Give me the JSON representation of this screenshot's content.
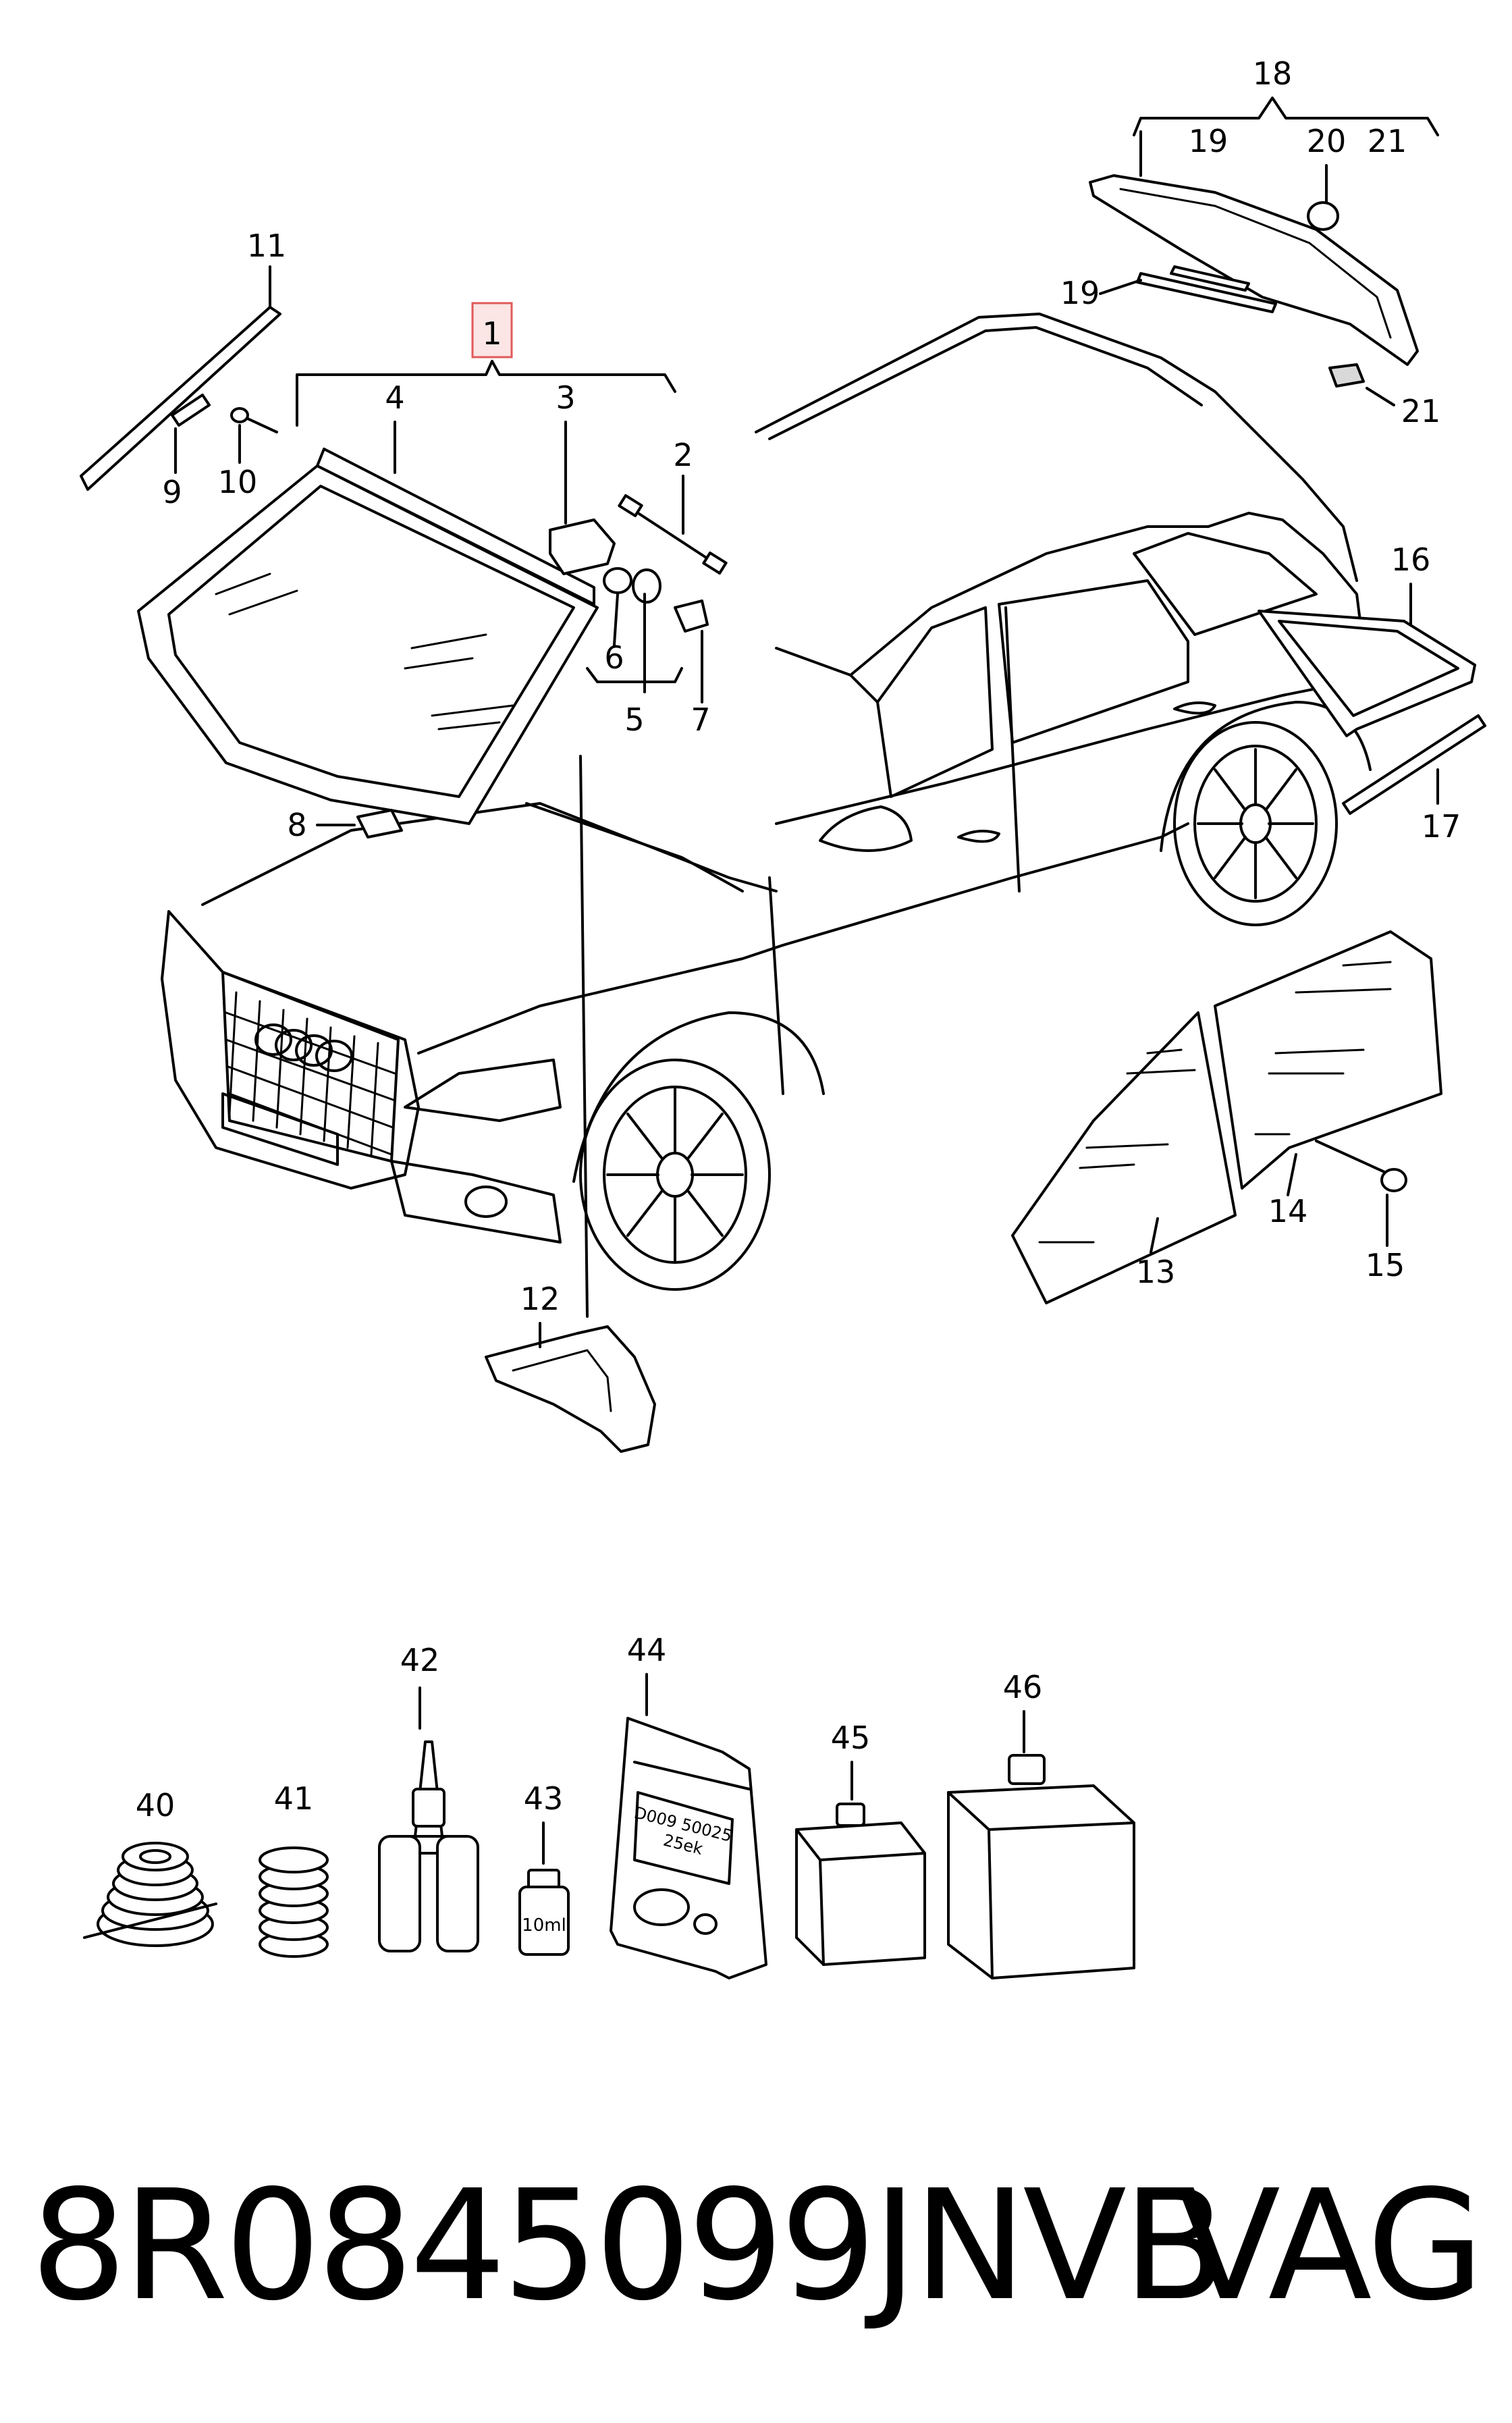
{
  "callouts": {
    "c1": "1",
    "c2": "2",
    "c3": "3",
    "c4": "4",
    "c5": "5",
    "c6": "6",
    "c7": "7",
    "c8": "8",
    "c9": "9",
    "c10": "10",
    "c11": "11",
    "c12": "12",
    "c13": "13",
    "c14": "14",
    "c15": "15",
    "c16": "16",
    "c17": "17",
    "c18": "18",
    "c19a": "19",
    "c19b": "19",
    "c20": "20",
    "c21a": "21",
    "c21b": "21",
    "c40": "40",
    "c41": "41",
    "c42": "42",
    "c43": "43",
    "c44": "44",
    "c45": "45",
    "c46": "46"
  },
  "product_labels": {
    "vial": "10ml",
    "pouch_line1": "D009 50025",
    "pouch_line2": "25ek"
  },
  "footer": {
    "part_number": "8R0845099JNVB",
    "brand": "VAG"
  },
  "colors": {
    "highlight_box": "#e05a5a",
    "line": "#000000"
  }
}
